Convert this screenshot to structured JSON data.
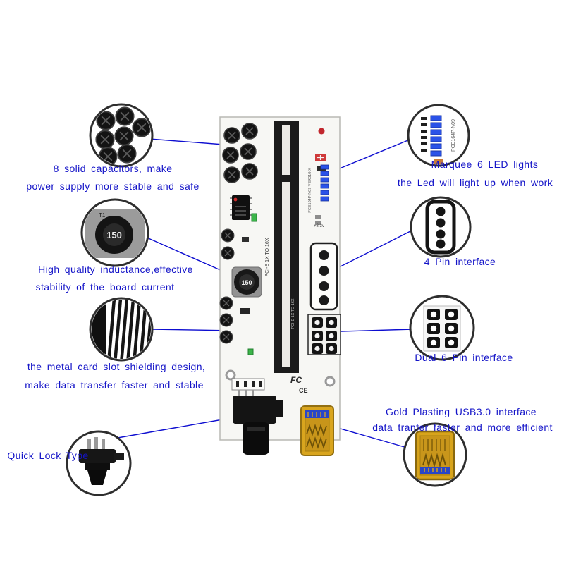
{
  "board": {
    "slot_label": "PCI-E 1X TO 16X",
    "model_label": "PCE164P-N09 VER010-X",
    "inductor_value": "150",
    "voltage_label": "+3.3v",
    "fcc_mark": "FC",
    "ce_mark": "CE"
  },
  "callouts": {
    "capacitors": {
      "line1": "8 solid capacitors, make",
      "line2": "power supply more  stable and safe"
    },
    "inductance": {
      "line1": "High quality inductance,effective",
      "line2": "stability of the board current",
      "detail_label": "T1",
      "value": "150"
    },
    "shielding": {
      "line1": "the metal card slot shielding design,",
      "line2": "make data transfer faster and stable"
    },
    "quick_lock": {
      "label": "Quick Lock Type"
    },
    "leds": {
      "line1": "Marquee 6 LED lights",
      "line2": "the Led will light up when work",
      "detail_label": "PCE164P-N09"
    },
    "four_pin": {
      "label": "4 Pin interface"
    },
    "six_pin": {
      "label": "Dual 6 Pin interface"
    },
    "usb": {
      "line1": "Gold Plasting USB3.0 interface",
      "line2": "data tranfer faster and more efficient"
    }
  }
}
